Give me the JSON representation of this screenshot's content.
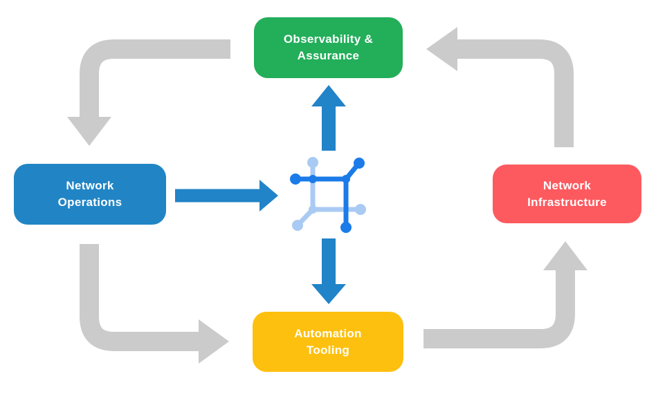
{
  "diagram": {
    "nodes": {
      "observability": {
        "label": "Observability &\nAssurance",
        "color": "#23AE5A"
      },
      "operations": {
        "label": "Network\nOperations",
        "color": "#2185C5"
      },
      "infrastructure": {
        "label": "Network\nInfrastructure",
        "color": "#FD5A5F"
      },
      "tooling": {
        "label": "Automation\nTooling",
        "color": "#FEC00F"
      }
    },
    "colors": {
      "background": "#FFFFFF",
      "cycle_arrow": "#CBCBCB",
      "hub_arrow": "#2183C8",
      "icon_dark_blue": "#1B7BE8",
      "icon_light_blue": "#A9CAF3",
      "node_text": "#FFFFFF"
    },
    "icons": {
      "hub": "network-mesh-icon"
    }
  }
}
